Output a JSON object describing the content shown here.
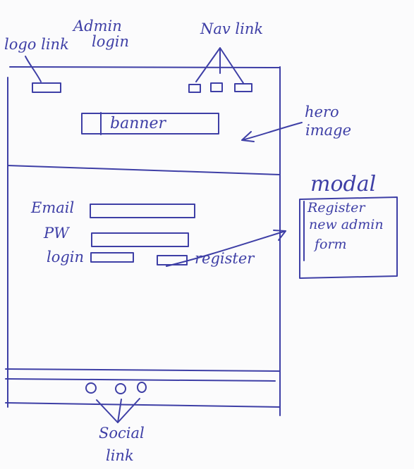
{
  "annotations": {
    "logo_link": "logo link",
    "admin_login": [
      "Admin",
      "login"
    ],
    "nav_link": "Nav link",
    "hero_image": [
      "hero",
      "image"
    ],
    "modal": "modal",
    "register_form": [
      "Register",
      "new admin",
      "form"
    ],
    "social_link": [
      "Social",
      "link"
    ]
  },
  "wireframe": {
    "banner": "banner",
    "form": {
      "email_label": "Email",
      "password_label": "PW",
      "login_label": "login",
      "register_label": "register"
    }
  },
  "colors": {
    "ink": "#3e3fa6",
    "paper": "#fbfbfc"
  }
}
